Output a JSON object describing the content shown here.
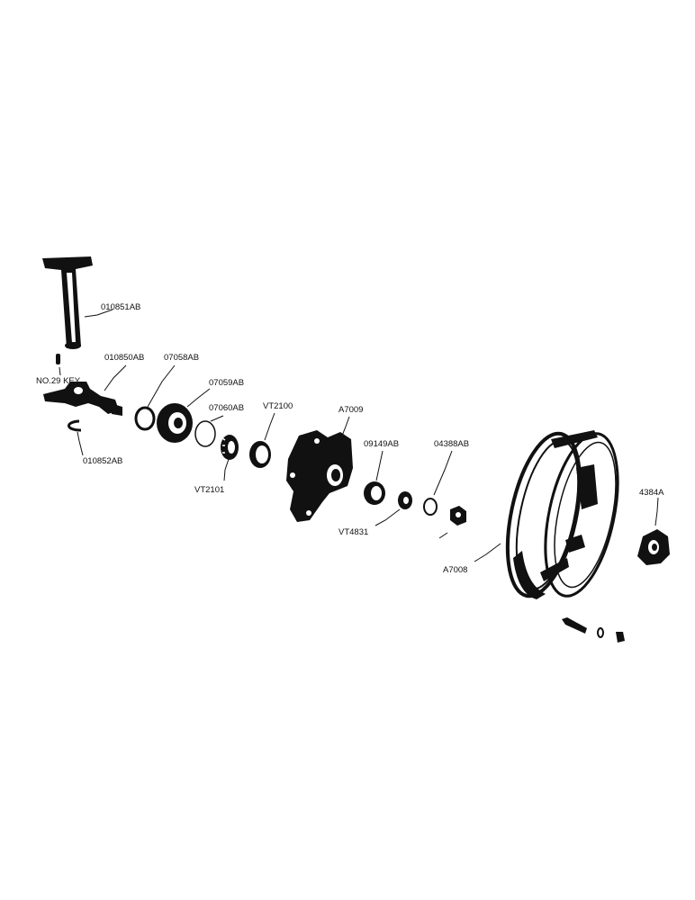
{
  "parts": {
    "spindle_pin": "010851AB",
    "key": "NO.29 KEY",
    "spindle": "010850AB",
    "snap_ring": "010852AB",
    "seal_retainer": "07058AB",
    "seal": "07059AB",
    "o_ring": "07060AB",
    "inner_cup": "VT2100",
    "inner_cone": "VT2101",
    "hub": "A7009",
    "outer_cup": "09149AB",
    "outer_cone": "VT4831",
    "washer": "04388AB",
    "wheel": "A7008",
    "hub_cap": "4384A"
  }
}
